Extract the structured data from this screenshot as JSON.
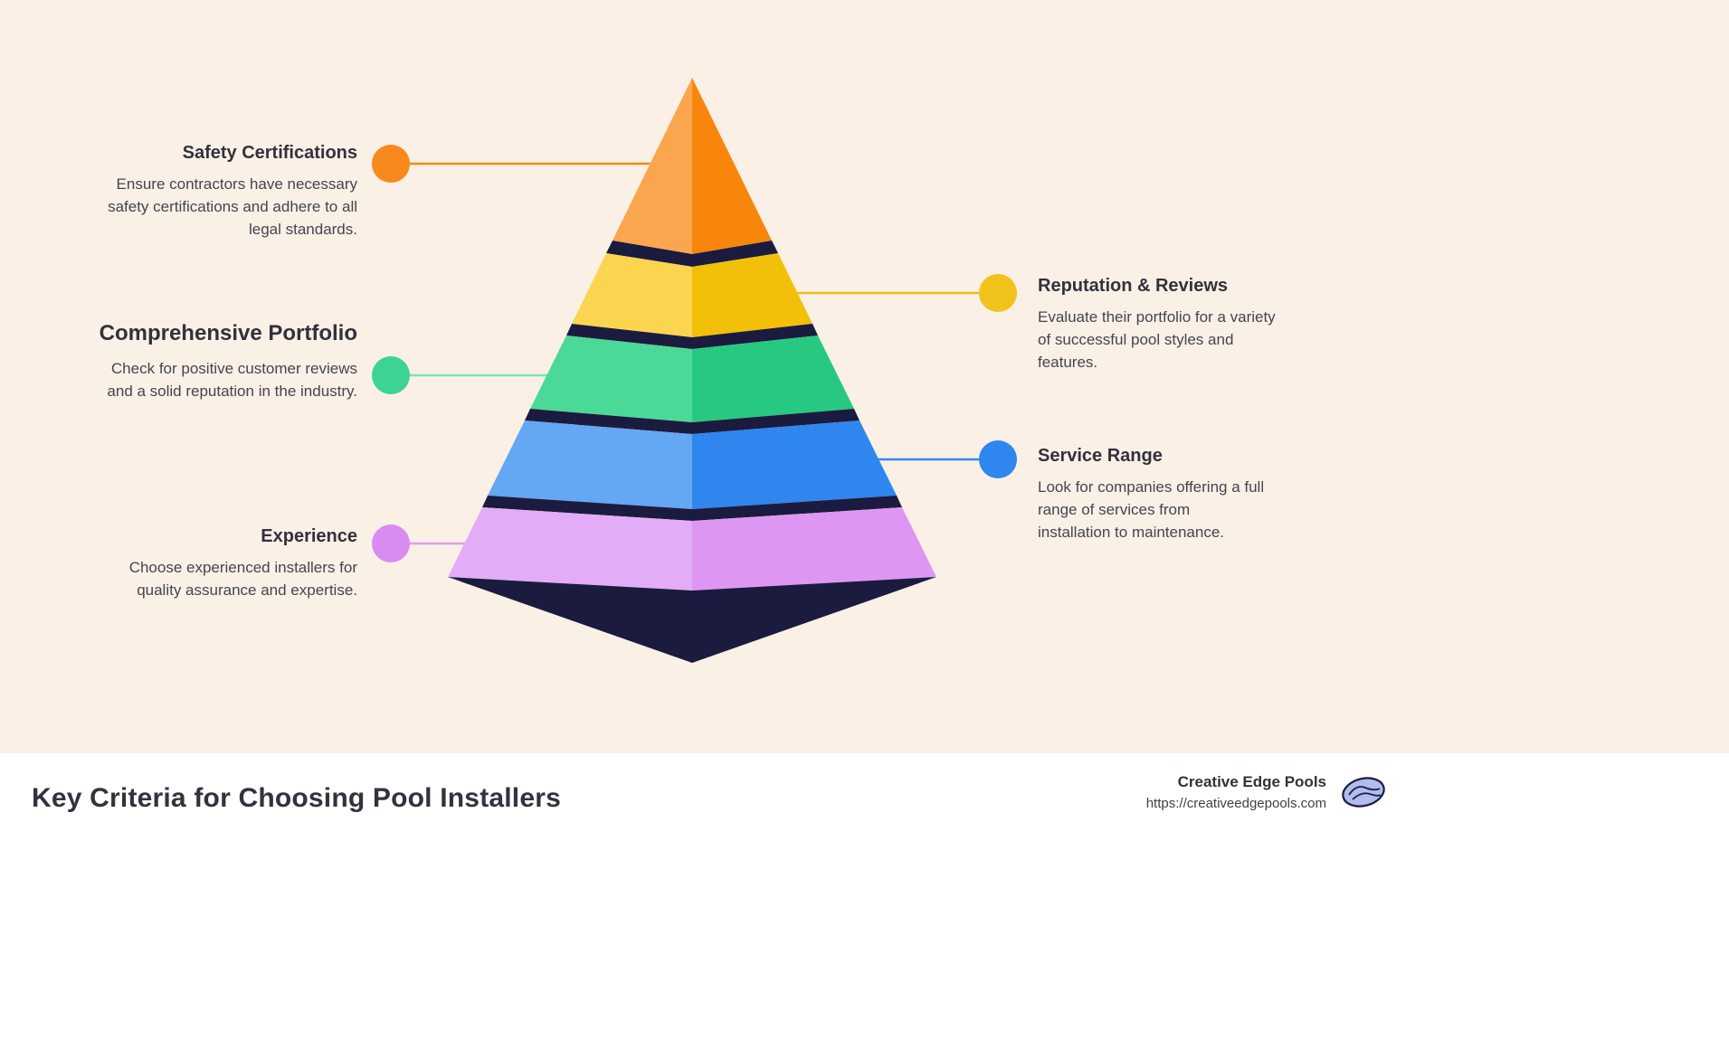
{
  "page": {
    "background": "#FAF0E6",
    "footer_background": "#FFFFFF",
    "edge_color": "#1B1B3F"
  },
  "pyramid": {
    "edge": "#1B1B3F",
    "levels": [
      {
        "light": "#FAA64F",
        "dark": "#F8860D"
      },
      {
        "light": "#FBD54F",
        "dark": "#F2C008"
      },
      {
        "light": "#4BD998",
        "dark": "#27C981"
      },
      {
        "light": "#64A7F2",
        "dark": "#2F86EF"
      },
      {
        "light": "#E3ACF6",
        "dark": "#DD97F2"
      }
    ]
  },
  "callouts": [
    {
      "side": "left",
      "title": "Safety Certifications",
      "desc": "Ensure contractors have necessary safety certifications and adhere to all legal standards.",
      "accent": "#F8891C",
      "line": "#F6881B"
    },
    {
      "side": "right",
      "title": "Reputation & Reviews",
      "desc": "Evaluate their portfolio for a variety of successful pool styles and features.",
      "accent": "#EFC31B",
      "line": "#E7C117"
    },
    {
      "side": "left",
      "title": "Comprehensive Portfolio",
      "desc": "Check for positive customer reviews and a solid reputation in the industry.",
      "accent": "#3BD493",
      "line": "#7CE3B3"
    },
    {
      "side": "right",
      "title": "Service Range",
      "desc": "Look for companies offering a full range of services from installation to maintenance.",
      "accent": "#2E86EE",
      "line": "#2F8BEF"
    },
    {
      "side": "left",
      "title": "Experience",
      "desc": "Choose experienced installers for quality assurance and expertise.",
      "accent": "#D88CF2",
      "line": "#DD9CF2"
    }
  ],
  "footer": {
    "title": "Key Criteria for Choosing Pool Installers",
    "brand": "Creative Edge Pools",
    "url": "https://creativeedgepools.com",
    "logo_icon": "swirl-oval-logo"
  }
}
